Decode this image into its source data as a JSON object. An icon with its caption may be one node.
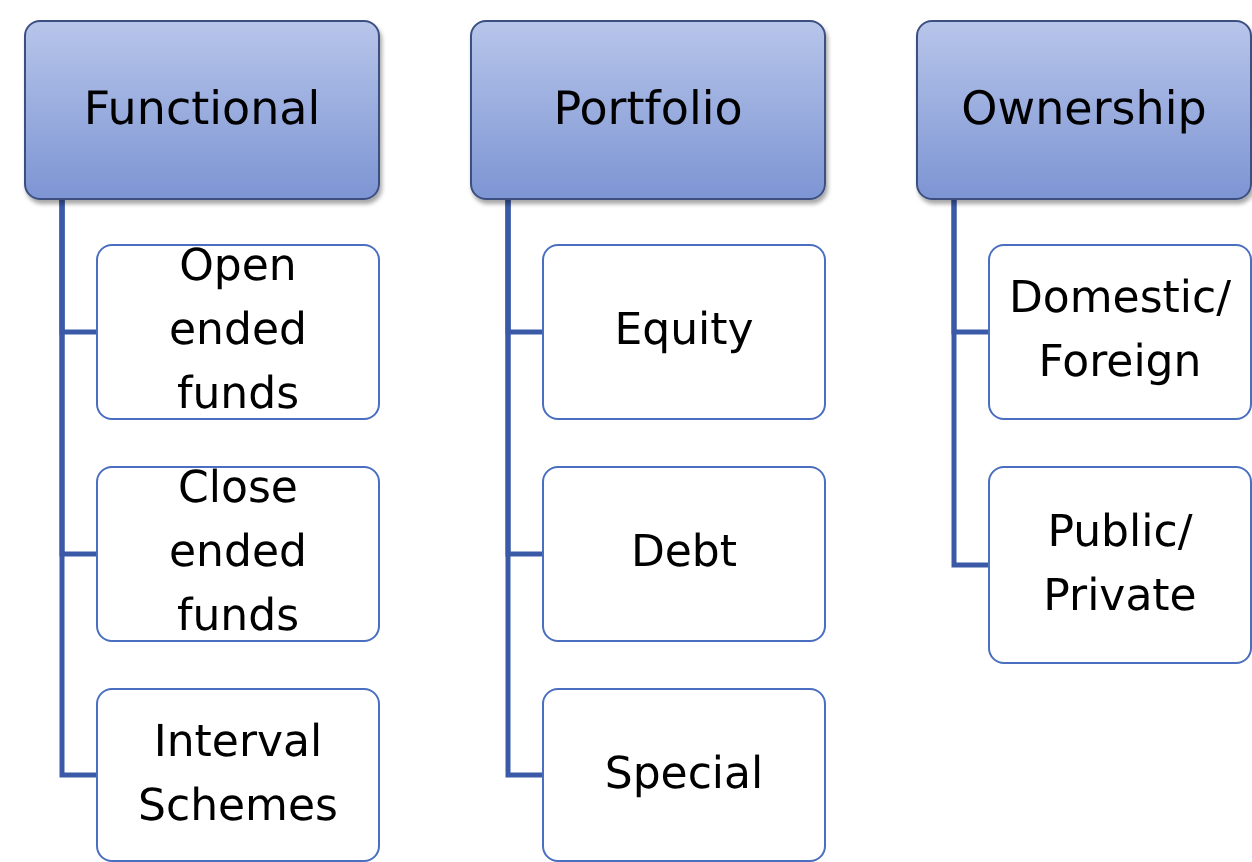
{
  "diagram": {
    "nodes": [
      {
        "text": [
          "Functional"
        ]
      },
      {
        "text": [
          "Open ended funds"
        ]
      },
      {
        "text": [
          "Close ended funds"
        ]
      },
      {
        "text": [
          "Interval Schemes"
        ]
      },
      {
        "text": [
          "Portfolio"
        ]
      },
      {
        "text": [
          "Equity"
        ]
      },
      {
        "text": [
          "Debt"
        ]
      },
      {
        "text": [
          "Special"
        ]
      },
      {
        "text": [
          "Ownership"
        ]
      },
      {
        "text": [
          "Domestic/ Foreign"
        ]
      },
      {
        "text": [
          "Public/ Private"
        ]
      }
    ],
    "edges": [
      {
        "from": 0,
        "to": 1,
        "arrow": "none"
      },
      {
        "from": 0,
        "to": 2,
        "arrow": "none"
      },
      {
        "from": 0,
        "to": 3,
        "arrow": "none"
      },
      {
        "from": 4,
        "to": 5,
        "arrow": "none"
      },
      {
        "from": 4,
        "to": 6,
        "arrow": "none"
      },
      {
        "from": 4,
        "to": 7,
        "arrow": "none"
      },
      {
        "from": 8,
        "to": 9,
        "arrow": "none"
      },
      {
        "from": 8,
        "to": 10,
        "arrow": "none"
      }
    ]
  }
}
